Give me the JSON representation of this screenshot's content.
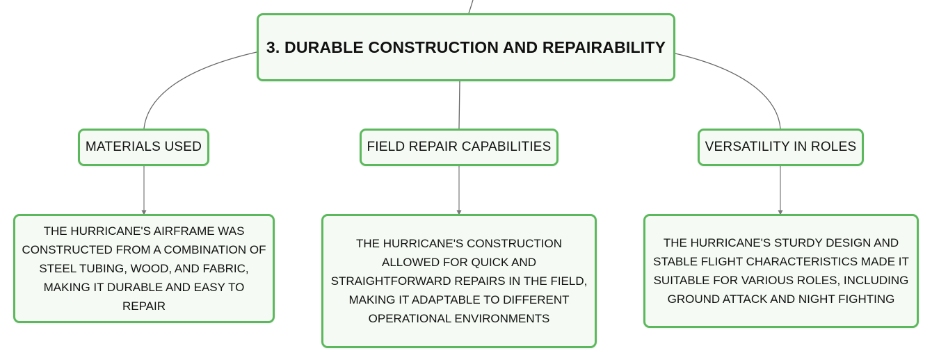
{
  "root": {
    "label": "3. DURABLE CONSTRUCTION AND REPAIRABILITY"
  },
  "topics": [
    {
      "label": "MATERIALS USED",
      "detail": "THE HURRICANE'S AIRFRAME WAS CONSTRUCTED FROM A COMBINATION OF STEEL TUBING, WOOD, AND FABRIC, MAKING IT DURABLE AND EASY TO REPAIR"
    },
    {
      "label": "FIELD REPAIR CAPABILITIES",
      "detail": "THE HURRICANE'S CONSTRUCTION ALLOWED FOR QUICK AND STRAIGHTFORWARD REPAIRS IN THE FIELD, MAKING IT ADAPTABLE TO DIFFERENT OPERATIONAL ENVIRONMENTS"
    },
    {
      "label": "VERSATILITY IN ROLES",
      "detail": "THE HURRICANE'S STURDY DESIGN AND STABLE FLIGHT CHARACTERISTICS MADE IT SUITABLE FOR VARIOUS ROLES, INCLUDING GROUND ATTACK AND NIGHT FIGHTING"
    }
  ],
  "colors": {
    "border": "#5cb85c",
    "fill": "#f5fbf4",
    "connector": "#666666"
  }
}
